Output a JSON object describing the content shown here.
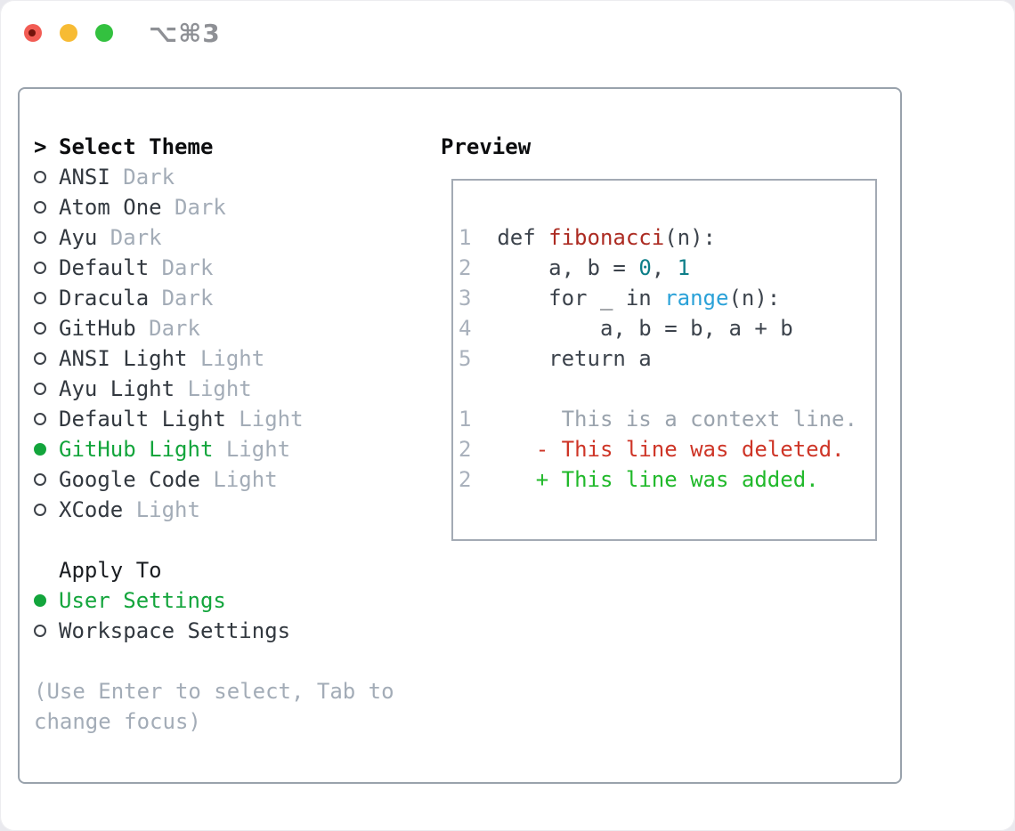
{
  "titlebar": {
    "shortcut": "⌥⌘3"
  },
  "theme_panel": {
    "header_prefix": ">",
    "header": "Select Theme",
    "items": [
      {
        "name": "ANSI",
        "variant": "Dark",
        "selected": false
      },
      {
        "name": "Atom One",
        "variant": "Dark",
        "selected": false
      },
      {
        "name": "Ayu",
        "variant": "Dark",
        "selected": false
      },
      {
        "name": "Default",
        "variant": "Dark",
        "selected": false
      },
      {
        "name": "Dracula",
        "variant": "Dark",
        "selected": false
      },
      {
        "name": "GitHub",
        "variant": "Dark",
        "selected": false
      },
      {
        "name": "ANSI Light",
        "variant": "Light",
        "selected": false
      },
      {
        "name": "Ayu Light",
        "variant": "Light",
        "selected": false
      },
      {
        "name": "Default Light",
        "variant": "Light",
        "selected": false
      },
      {
        "name": "GitHub Light",
        "variant": "Light",
        "selected": true
      },
      {
        "name": "Google Code",
        "variant": "Light",
        "selected": false
      },
      {
        "name": "XCode",
        "variant": "Light",
        "selected": false
      }
    ],
    "apply_to": {
      "header": "Apply To",
      "options": [
        {
          "label": "User Settings",
          "selected": true
        },
        {
          "label": "Workspace Settings",
          "selected": false
        }
      ]
    },
    "hint_lines": [
      "(Use Enter to select, Tab to",
      "change focus)"
    ]
  },
  "preview": {
    "header": "Preview",
    "lines": [
      {
        "num": "1",
        "tokens": [
          {
            "t": "def ",
            "c": "code"
          },
          {
            "t": "fibonacci",
            "c": "func"
          },
          {
            "t": "(n):",
            "c": "code"
          }
        ]
      },
      {
        "num": "2",
        "tokens": [
          {
            "t": "    a, b = ",
            "c": "code"
          },
          {
            "t": "0",
            "c": "number"
          },
          {
            "t": ", ",
            "c": "code"
          },
          {
            "t": "1",
            "c": "number"
          }
        ]
      },
      {
        "num": "3",
        "tokens": [
          {
            "t": "    for _ in ",
            "c": "code"
          },
          {
            "t": "range",
            "c": "builtin"
          },
          {
            "t": "(n):",
            "c": "code"
          }
        ]
      },
      {
        "num": "4",
        "tokens": [
          {
            "t": "        a, b = b, a + b",
            "c": "code"
          }
        ]
      },
      {
        "num": "5",
        "tokens": [
          {
            "t": "    return a",
            "c": "code"
          }
        ]
      },
      {
        "num": "",
        "tokens": []
      },
      {
        "num": "1",
        "tokens": [
          {
            "t": "     This is a context line.",
            "c": "context"
          }
        ]
      },
      {
        "num": "2",
        "tokens": [
          {
            "t": "   ",
            "c": "code"
          },
          {
            "t": "- This line was deleted.",
            "c": "deleted"
          }
        ]
      },
      {
        "num": "2",
        "tokens": [
          {
            "t": "   ",
            "c": "code"
          },
          {
            "t": "+ This line was added.",
            "c": "added"
          }
        ]
      }
    ]
  },
  "colors": {
    "accent_green": "#13a53c",
    "added_green": "#21b92b",
    "deleted_red": "#ce3527",
    "function_red": "#ac2b22",
    "number_teal": "#0d7e88",
    "builtin_blue": "#2aa1d8",
    "text_dark": "#32383f",
    "muted_gray": "#a3acb7",
    "gutter_gray": "#a9b1bc",
    "context_gray": "#9aa3ad",
    "border_gray": "#99a2ac",
    "traffic_red": "#f25c54",
    "traffic_yellow": "#f7bb34",
    "traffic_green": "#33c13f"
  }
}
